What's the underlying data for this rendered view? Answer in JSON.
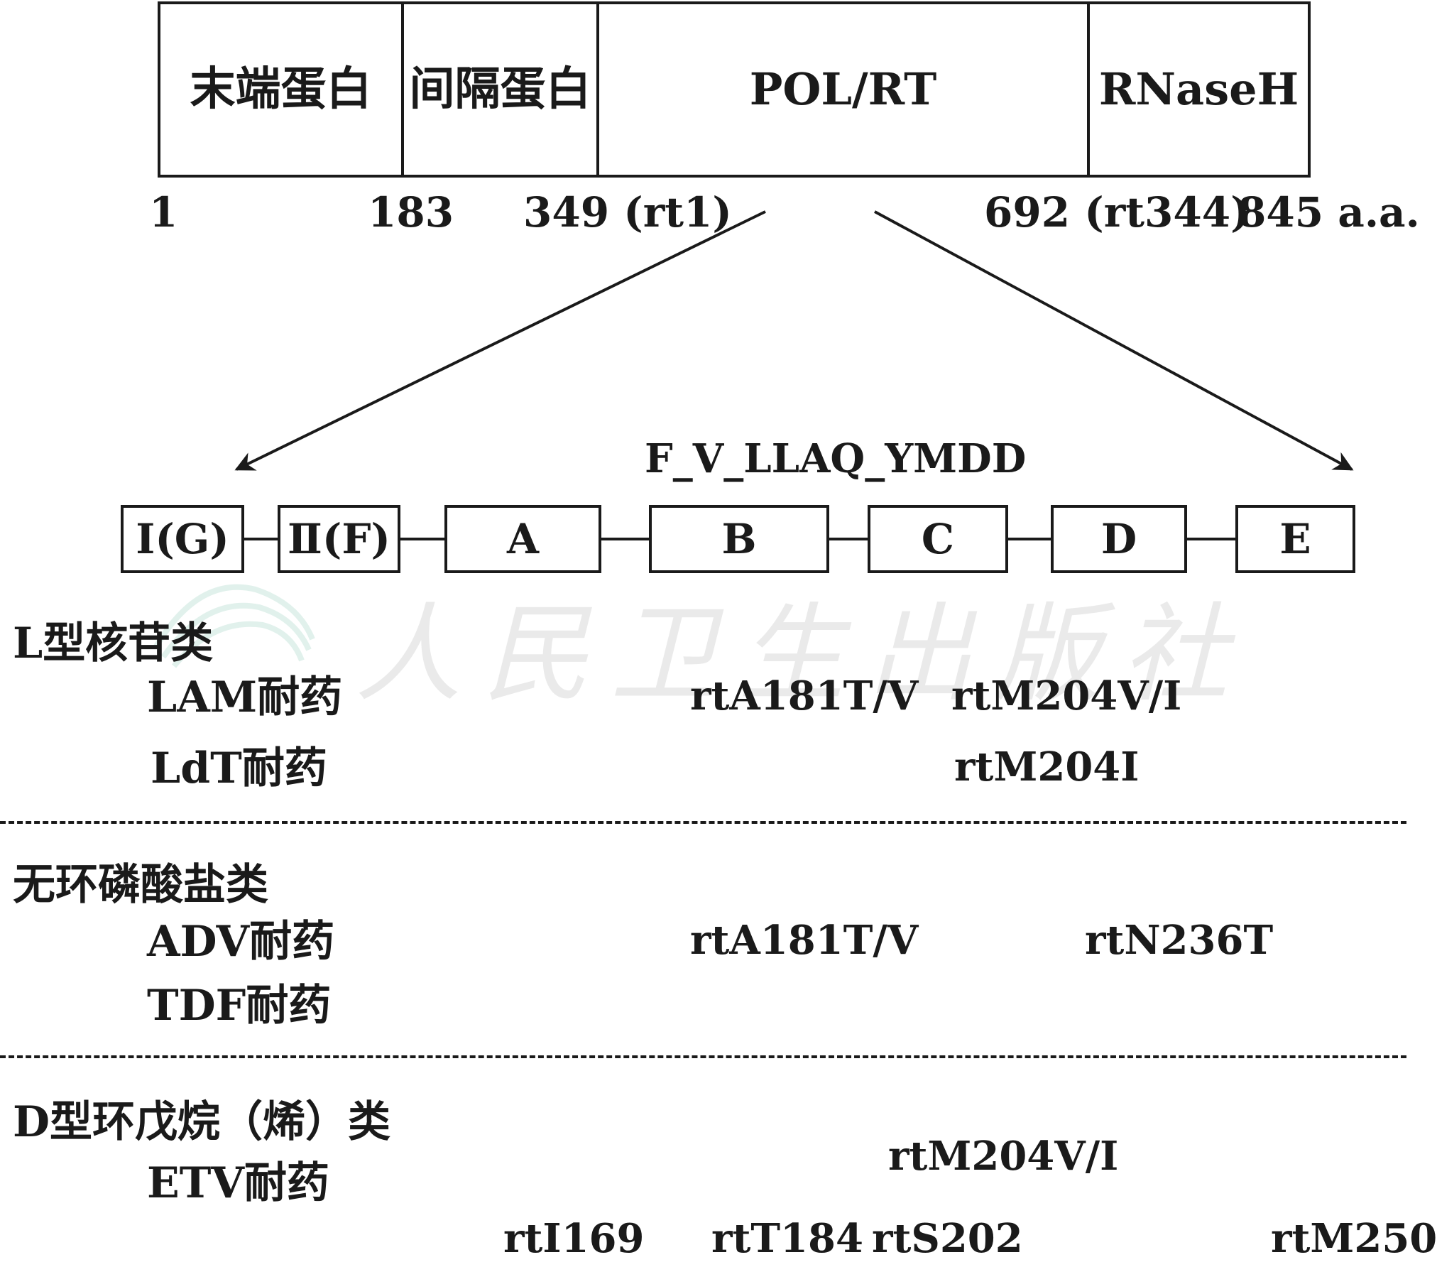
{
  "protein_domains": [
    {
      "label": "末端蛋白"
    },
    {
      "label": "间隔蛋白"
    },
    {
      "label": "POL/RT"
    },
    {
      "label": "RNaseH"
    }
  ],
  "positions": [
    "1",
    "183",
    "349 (rt1)",
    "692 (rt344)",
    "845 a.a."
  ],
  "motif_header": "F_V_LLAQ_YMDD",
  "motifs": [
    "Ⅰ(G)",
    "Ⅱ(F)",
    "A",
    "B",
    "C",
    "D",
    "E"
  ],
  "groups": {
    "l_nucleoside": {
      "title": "L型核苷类",
      "lam": {
        "label": "LAM耐药",
        "m1": "rtA181T/V",
        "m2": "rtM204V/I"
      },
      "ldt": {
        "label": "LdT耐药",
        "m1": "rtM204I"
      }
    },
    "acyclic": {
      "title": "无环磷酸盐类",
      "adv": {
        "label": "ADV耐药",
        "m1": "rtA181T/V",
        "m2": "rtN236T"
      },
      "tdf": {
        "label": "TDF耐药"
      }
    },
    "d_cyclopentane": {
      "title": "D型环戊烷（烯）类",
      "etv": {
        "label": "ETV耐药",
        "m1": "rtM204V/I",
        "m2": "rtI169",
        "m3": "rtT184",
        "m4": "rtS202",
        "m5": "rtM250"
      }
    }
  },
  "watermark": "人民卫生出版社",
  "colors": {
    "ink": "#1a1a1a",
    "watermark": "#a0a0a0"
  }
}
